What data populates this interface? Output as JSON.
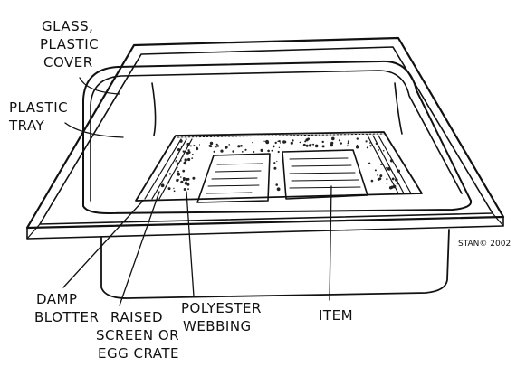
{
  "labels": {
    "cover": [
      "GLASS,",
      "PLASTIC",
      "COVER"
    ],
    "tray": [
      "PLASTIC",
      "TRAY"
    ],
    "blotter": [
      "DAMP",
      "BLOTTER"
    ],
    "screen": [
      "RAISED",
      "SCREEN OR",
      "EGG CRATE"
    ],
    "webbing": [
      "POLYESTER",
      "WEBBING"
    ],
    "item": "ITEM"
  },
  "signature": "STAN© 2002"
}
